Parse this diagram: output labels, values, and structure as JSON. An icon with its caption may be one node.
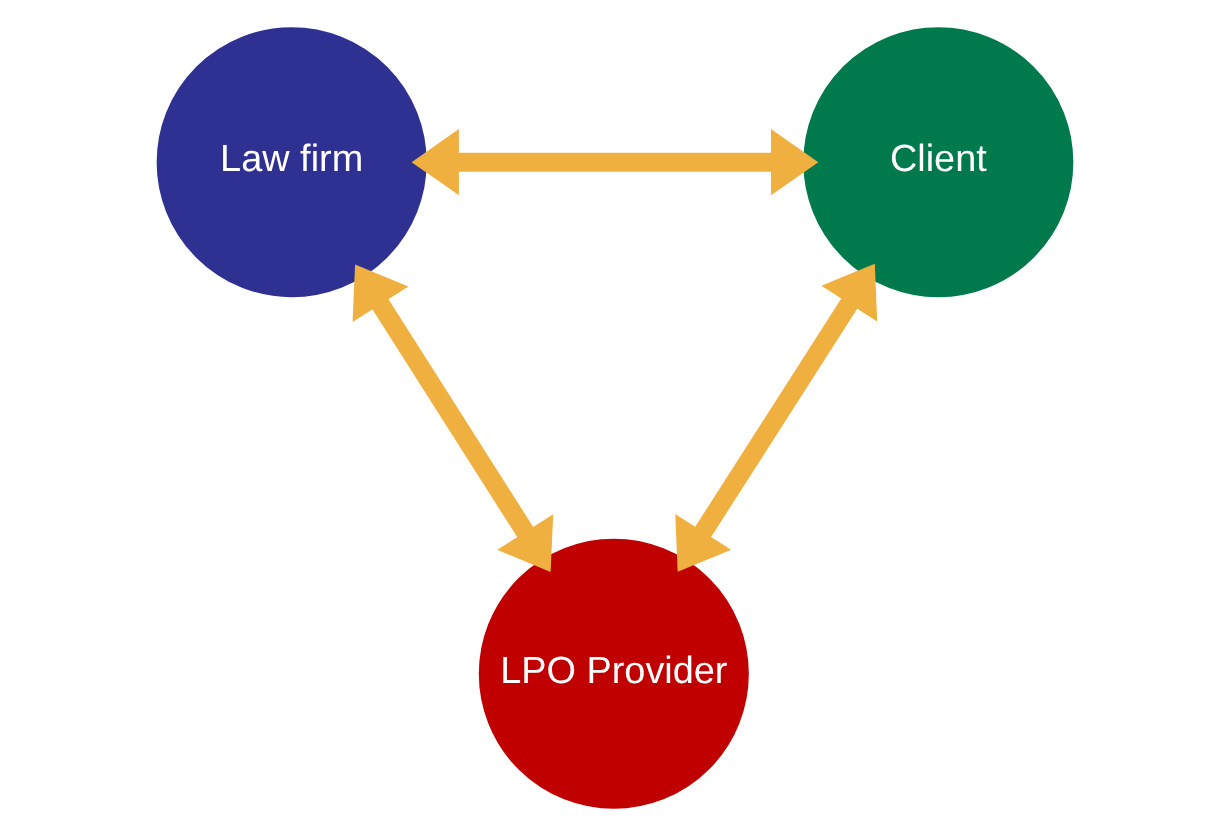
{
  "diagram": {
    "nodes": [
      {
        "text": [
          "Law firm"
        ]
      },
      {
        "text": [
          "Client"
        ]
      },
      {
        "text": [
          "LPO Provider"
        ]
      }
    ],
    "edges": [
      {
        "from": 0,
        "to": 1,
        "arrow": "both"
      },
      {
        "from": 0,
        "to": 2,
        "arrow": "both"
      },
      {
        "from": 1,
        "to": 2,
        "arrow": "both"
      }
    ]
  }
}
